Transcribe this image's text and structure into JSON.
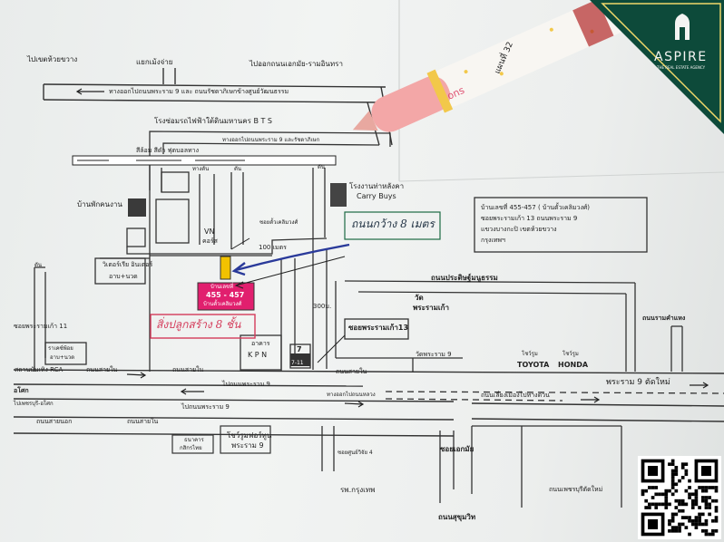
{
  "map": {
    "top_left": "ไปเขตห้วยขวาง",
    "top_mid": "แยกเม้งจ่าย",
    "top_right": "ไปออกถนนเอกมัย-รามอินทรา",
    "exit_road": "ทางออกไปถนนพระราม 9 และ ถนนรัชดาภิเษกข้างศูนย์วัฒนธรรม",
    "bts": "โรงซ่อมรถไฟฟ้าใต้ดินมหานคร  B T S",
    "exit_road2": "ทางออกไปถนนพระราม 9 และรัชดาภิเษก",
    "hatching": "สีล้อม  สีดำ  ฟุตบอลทาง",
    "roadside": "ทางตัน",
    "deadend": "ตัน",
    "deadend2": "ตัน",
    "deadend3": "ตัน",
    "staff_house": "บ้านพักคนงาน",
    "warehouse": "โรงงานท่าหลังคา",
    "carry_buys": "Carry Buys",
    "vn": "VN",
    "condo": "คอร์ส",
    "soi_shop": "ซอยตั้วเคลิมวงศ์",
    "distance": "100 เมตร",
    "handwritten_road": "ถนนกว้าง 8 เมตร",
    "shop": "วิเตอร์เรีย อินเตอร์",
    "massage": "อาบ+นวด",
    "house_no": "บ้านเลขที่",
    "house_num": "455 - 457",
    "house_name": "บ้านตั้วเคลิมวงศ์",
    "handwritten_building": "สิ่งปลูกสร้าง 8 ชั้น",
    "address_line1": "บ้านเลขที่ 455-457 ( บ้านตั้วเคลิมวงศ์)",
    "address_line2": "ซอยพระรามเก้า 13  ถนนพระราม 9",
    "address_line3": "แขวงบางกะปิ  เขตห้วยขวาง",
    "address_line4": "กรุงเทพฯ",
    "road_pracha": "ถนนประดิษฐ์มนูธรรม",
    "wat": "วัด",
    "wat_name": "พระรามเก้า",
    "soi11": "ซอยพระรามเก้า 11",
    "meter300": "300ม.",
    "soi13": "ซอยพระรามเก้า13",
    "kpn_th": "อาคาร",
    "kpn": "K P N",
    "seven": "7",
    "sevenlbl": "7-11",
    "rcar": "ราเคซ์พ้อย",
    "rcar2": "อาบ+นวด",
    "rda": "สถานบันเทิง RCA",
    "tow_in": "ถนนสายใน",
    "tow_in2": "ถนนสายใน",
    "tow_in3": "ถนนสายใน",
    "tow_in4": "ถนนสายใน",
    "tow_out": "ถนนสายนอก",
    "wat_rama9": "วัดพระราม 9",
    "toyota_th": "โชว์รูม",
    "toyota": "TOYOTA",
    "honda_th": "โชว์รูม",
    "honda": "HONDA",
    "rama9_road": "พระราม 9 ตัดใหม่",
    "road_thalang": "ถนนรามคำแหง",
    "asok": "อโศก",
    "asok_sub": "ไปเพชรบุรี-อโศก",
    "to_rama9": "ไปถนนพระราม 9",
    "to_rama9_2": "ไปถนนพระราม 9",
    "bank": "ธนาคาร",
    "bank2": "กสิกรไทย",
    "fortune": "โชว์รูมฟอร์ทูน",
    "fortune2": "พระราม 9",
    "soi4": "ซอยศูนย์วิจัย 4",
    "ekkamai": "ซอยเอกมัย",
    "hospital": "รพ.กรุงเทพ",
    "sukhumvit": "ถนนสุขุมวิท",
    "petchburi": "ถนนเพชรบุรีตัดใหม่",
    "dead_end_road": "ถนนเลี่ยงเมืองไปทางด่วน",
    "exit_highway": "ทางออกไปถนนหลวง"
  },
  "pen": {
    "barrel_text": "แผนที่ 32",
    "tip_text": "ons"
  },
  "logo": {
    "brand": "ASPIRE",
    "tagline": "THE REAL ESTATE AGENCY",
    "color": "#0d4a3a"
  },
  "colors": {
    "house_fill": "#e11f6e",
    "approach_fill": "#f2c200",
    "arrow_blue": "#2a3a9a",
    "hand_red": "#d43b5a"
  }
}
